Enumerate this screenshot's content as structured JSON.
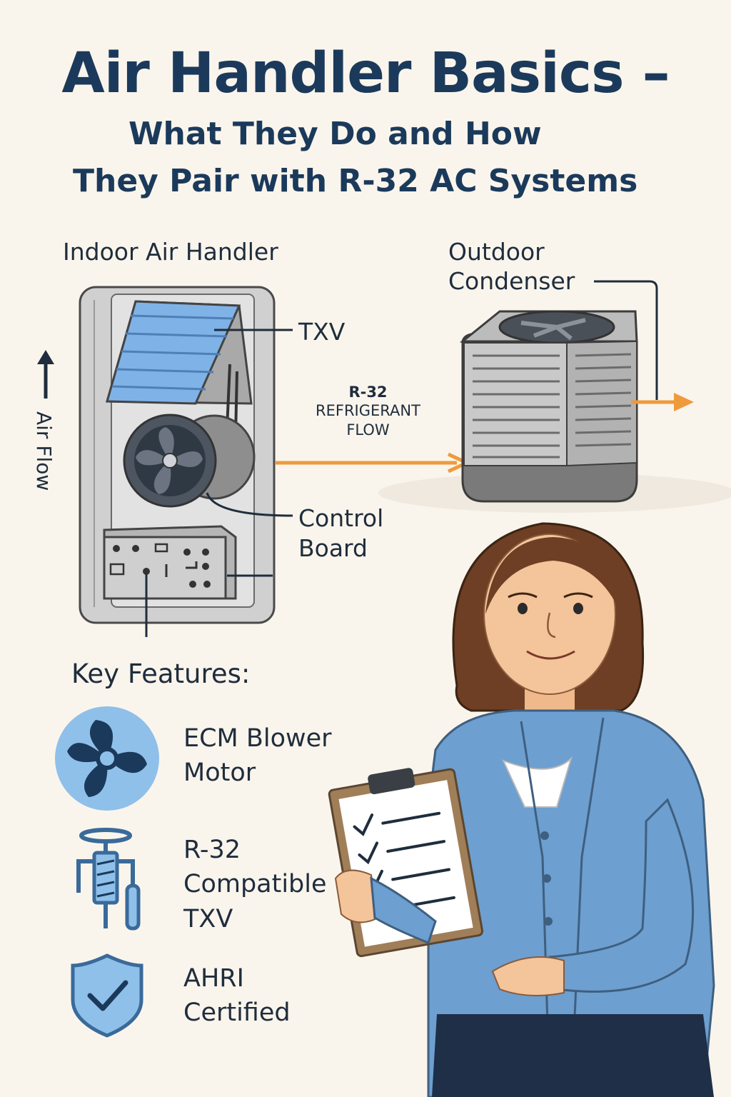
{
  "header": {
    "title": "Air Handler Basics –",
    "subtitle_line1": "What They Do and How",
    "subtitle_line2": "They Pair with R-32 AC Systems"
  },
  "diagram": {
    "indoor_label": "Indoor Air Handler",
    "outdoor_label_line1": "Outdoor",
    "outdoor_label_line2": "Condenser",
    "txv_label": "TXV",
    "control_label_line1": "Control",
    "control_label_line2": "Board",
    "airflow_label": "Air Flow",
    "flow_line1": "R-32",
    "flow_line2": "REFRIGERANT",
    "flow_line3": "FLOW"
  },
  "features": {
    "heading": "Key Features:",
    "items": [
      {
        "icon": "fan-icon",
        "line1": "ECM Blower",
        "line2": "Motor",
        "line3": ""
      },
      {
        "icon": "txv-valve-icon",
        "line1": "R-32",
        "line2": "Compatible",
        "line3": "TXV"
      },
      {
        "icon": "shield-check-icon",
        "line1": "AHRI",
        "line2": "Certified",
        "line3": ""
      }
    ]
  },
  "colors": {
    "background": "#faf5ec",
    "title": "#1b3a5b",
    "arrow": "#ef9a3d",
    "coil": "#7fb3e8",
    "cardigan": "#6d9fd0"
  }
}
